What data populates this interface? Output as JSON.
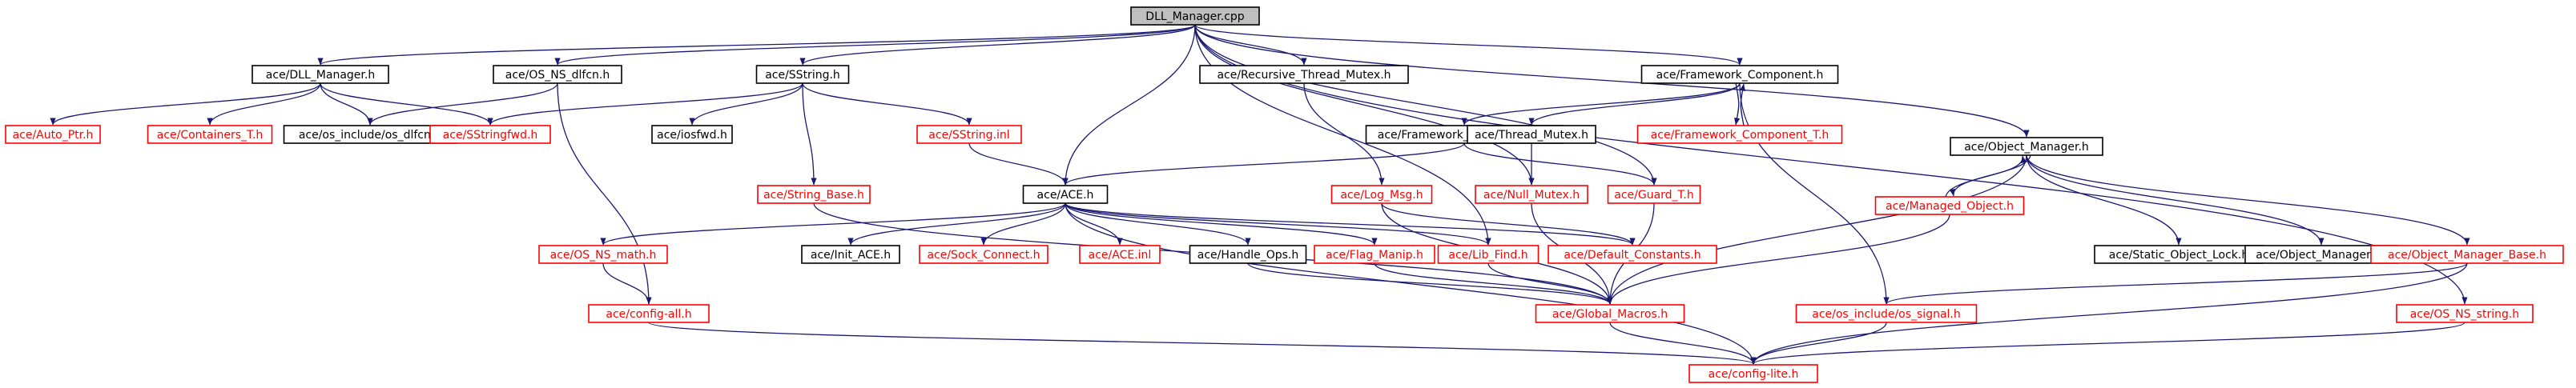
{
  "colors": {
    "edge": "#191970",
    "internal_border": "#000000",
    "external_border": "#ff0000",
    "root_fill": "#bfbfbf"
  },
  "nodes": [
    {
      "id": "dll_manager_cpp",
      "label": "DLL_Manager.cpp",
      "kind": "root"
    },
    {
      "id": "dll_manager_h",
      "label": "ace/DLL_Manager.h",
      "kind": "internal"
    },
    {
      "id": "os_ns_dlfcn_h",
      "label": "ace/OS_NS_dlfcn.h",
      "kind": "internal"
    },
    {
      "id": "sstring_h",
      "label": "ace/SString.h",
      "kind": "internal"
    },
    {
      "id": "recursive_thread_mutex_h",
      "label": "ace/Recursive_Thread_Mutex.h",
      "kind": "internal"
    },
    {
      "id": "framework_component_h",
      "label": "ace/Framework_Component.h",
      "kind": "internal"
    },
    {
      "id": "auto_ptr_h",
      "label": "ace/Auto_Ptr.h",
      "kind": "external"
    },
    {
      "id": "containers_t_h",
      "label": "ace/Containers_T.h",
      "kind": "external"
    },
    {
      "id": "os_include_os_dlfcn_h",
      "label": "ace/os_include/os_dlfcn.h",
      "kind": "internal"
    },
    {
      "id": "sstringfwd_h",
      "label": "ace/SStringfwd.h",
      "kind": "external"
    },
    {
      "id": "iosfwd_h",
      "label": "ace/iosfwd.h",
      "kind": "internal"
    },
    {
      "id": "sstring_inl",
      "label": "ace/SString.inl",
      "kind": "external"
    },
    {
      "id": "framework_component_inl",
      "label": "ace/Framework_Component.inl",
      "kind": "internal"
    },
    {
      "id": "thread_mutex_h",
      "label": "ace/Thread_Mutex.h",
      "kind": "internal"
    },
    {
      "id": "framework_component_t_h",
      "label": "ace/Framework_Component_T.h",
      "kind": "external"
    },
    {
      "id": "object_manager_h",
      "label": "ace/Object_Manager.h",
      "kind": "internal"
    },
    {
      "id": "ace_h",
      "label": "ace/ACE.h",
      "kind": "internal"
    },
    {
      "id": "string_base_h",
      "label": "ace/String_Base.h",
      "kind": "external"
    },
    {
      "id": "log_msg_h",
      "label": "ace/Log_Msg.h",
      "kind": "external"
    },
    {
      "id": "null_mutex_h",
      "label": "ace/Null_Mutex.h",
      "kind": "external"
    },
    {
      "id": "guard_t_h",
      "label": "ace/Guard_T.h",
      "kind": "external"
    },
    {
      "id": "managed_object_h",
      "label": "ace/Managed_Object.h",
      "kind": "external"
    },
    {
      "id": "os_ns_math_h",
      "label": "ace/OS_NS_math.h",
      "kind": "external"
    },
    {
      "id": "init_ace_h",
      "label": "ace/Init_ACE.h",
      "kind": "internal"
    },
    {
      "id": "sock_connect_h",
      "label": "ace/Sock_Connect.h",
      "kind": "external"
    },
    {
      "id": "ace_inl",
      "label": "ace/ACE.inl",
      "kind": "external"
    },
    {
      "id": "handle_ops_h",
      "label": "ace/Handle_Ops.h",
      "kind": "internal"
    },
    {
      "id": "flag_manip_h",
      "label": "ace/Flag_Manip.h",
      "kind": "external"
    },
    {
      "id": "lib_find_h",
      "label": "ace/Lib_Find.h",
      "kind": "external"
    },
    {
      "id": "default_constants_h",
      "label": "ace/Default_Constants.h",
      "kind": "external"
    },
    {
      "id": "static_object_lock_h",
      "label": "ace/Static_Object_Lock.h",
      "kind": "internal"
    },
    {
      "id": "object_manager_inl",
      "label": "ace/Object_Manager.inl",
      "kind": "internal"
    },
    {
      "id": "object_manager_base_h",
      "label": "ace/Object_Manager_Base.h",
      "kind": "external"
    },
    {
      "id": "config_all_h",
      "label": "ace/config-all.h",
      "kind": "external"
    },
    {
      "id": "global_macros_h",
      "label": "ace/Global_Macros.h",
      "kind": "external"
    },
    {
      "id": "os_include_os_signal_h",
      "label": "ace/os_include/os_signal.h",
      "kind": "external"
    },
    {
      "id": "os_ns_string_h",
      "label": "ace/OS_NS_string.h",
      "kind": "external"
    },
    {
      "id": "config_lite_h",
      "label": "ace/config-lite.h",
      "kind": "external"
    }
  ],
  "edges": [
    [
      "dll_manager_cpp",
      "dll_manager_h"
    ],
    [
      "dll_manager_cpp",
      "os_ns_dlfcn_h"
    ],
    [
      "dll_manager_cpp",
      "sstring_h"
    ],
    [
      "dll_manager_cpp",
      "recursive_thread_mutex_h"
    ],
    [
      "dll_manager_cpp",
      "framework_component_h"
    ],
    [
      "dll_manager_cpp",
      "object_manager_h"
    ],
    [
      "dll_manager_cpp",
      "ace_h"
    ],
    [
      "dll_manager_cpp",
      "lib_find_h"
    ],
    [
      "dll_manager_cpp",
      "guard_t_h"
    ],
    [
      "dll_manager_cpp",
      "null_mutex_h"
    ],
    [
      "dll_manager_cpp",
      "os_ns_string_h"
    ],
    [
      "dll_manager_h",
      "auto_ptr_h"
    ],
    [
      "dll_manager_h",
      "containers_t_h"
    ],
    [
      "dll_manager_h",
      "os_include_os_dlfcn_h"
    ],
    [
      "dll_manager_h",
      "sstringfwd_h"
    ],
    [
      "os_ns_dlfcn_h",
      "os_include_os_dlfcn_h"
    ],
    [
      "os_ns_dlfcn_h",
      "config_all_h"
    ],
    [
      "sstring_h",
      "sstringfwd_h"
    ],
    [
      "sstring_h",
      "iosfwd_h"
    ],
    [
      "sstring_h",
      "string_base_h"
    ],
    [
      "sstring_h",
      "sstring_inl"
    ],
    [
      "sstring_inl",
      "ace_h"
    ],
    [
      "recursive_thread_mutex_h",
      "log_msg_h"
    ],
    [
      "framework_component_h",
      "framework_component_inl"
    ],
    [
      "framework_component_h",
      "thread_mutex_h"
    ],
    [
      "framework_component_h",
      "framework_component_t_h"
    ],
    [
      "framework_component_t_h",
      "framework_component_h"
    ],
    [
      "framework_component_h",
      "os_include_os_signal_h"
    ],
    [
      "framework_component_inl",
      "ace_h"
    ],
    [
      "framework_component_inl",
      "guard_t_h"
    ],
    [
      "thread_mutex_h",
      "null_mutex_h"
    ],
    [
      "ace_h",
      "os_ns_math_h"
    ],
    [
      "ace_h",
      "init_ace_h"
    ],
    [
      "ace_h",
      "sock_connect_h"
    ],
    [
      "ace_h",
      "ace_inl"
    ],
    [
      "ace_h",
      "handle_ops_h"
    ],
    [
      "ace_h",
      "flag_manip_h"
    ],
    [
      "ace_h",
      "lib_find_h"
    ],
    [
      "ace_h",
      "default_constants_h"
    ],
    [
      "ace_h",
      "config_lite_h"
    ],
    [
      "string_base_h",
      "global_macros_h"
    ],
    [
      "os_ns_math_h",
      "config_all_h"
    ],
    [
      "config_all_h",
      "config_lite_h"
    ],
    [
      "handle_ops_h",
      "global_macros_h"
    ],
    [
      "flag_manip_h",
      "global_macros_h"
    ],
    [
      "lib_find_h",
      "global_macros_h"
    ],
    [
      "log_msg_h",
      "default_constants_h"
    ],
    [
      "log_msg_h",
      "global_macros_h"
    ],
    [
      "null_mutex_h",
      "global_macros_h"
    ],
    [
      "guard_t_h",
      "global_macros_h"
    ],
    [
      "global_macros_h",
      "config_lite_h"
    ],
    [
      "object_manager_h",
      "managed_object_h"
    ],
    [
      "managed_object_h",
      "object_manager_h"
    ],
    [
      "object_manager_h",
      "static_object_lock_h"
    ],
    [
      "object_manager_h",
      "object_manager_inl"
    ],
    [
      "object_manager_h",
      "object_manager_base_h"
    ],
    [
      "object_manager_h",
      "global_macros_h"
    ],
    [
      "managed_object_h",
      "global_macros_h"
    ],
    [
      "object_manager_base_h",
      "os_include_os_signal_h"
    ],
    [
      "object_manager_base_h",
      "config_lite_h"
    ],
    [
      "os_include_os_signal_h",
      "config_lite_h"
    ],
    [
      "os_ns_string_h",
      "config_lite_h"
    ]
  ]
}
